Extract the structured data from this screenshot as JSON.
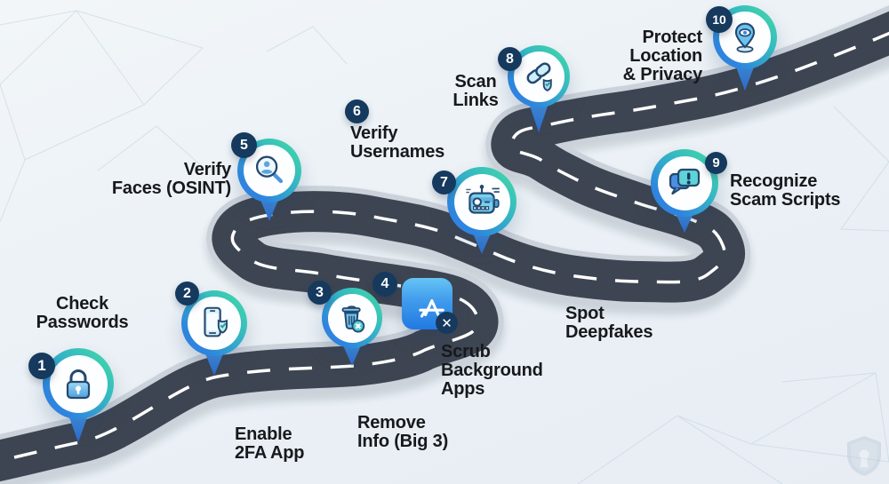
{
  "title_hidden": "",
  "milestones": [
    {
      "number": "1",
      "label": "Check\nPasswords",
      "icon": "lock"
    },
    {
      "number": "2",
      "label": "Enable\n2FA App",
      "icon": "phone-shield-check"
    },
    {
      "number": "3",
      "label": "Remove\nInfo (Big 3)",
      "icon": "trash-delete"
    },
    {
      "number": "4",
      "label": "Scrub\nBackground\nApps",
      "icon": "app-store-remove"
    },
    {
      "number": "5",
      "label": "Verify\nFaces (OSINT)",
      "icon": "face-search"
    },
    {
      "number": "6",
      "label": "Verify\nUsernames",
      "icon": "none"
    },
    {
      "number": "7",
      "label": "Spot\nDeepfakes",
      "icon": "robot-deepfake"
    },
    {
      "number": "8",
      "label": "Scan\nLinks",
      "icon": "chain-link-shield"
    },
    {
      "number": "9",
      "label": "Recognize\nScam Scripts",
      "icon": "chat-alert"
    },
    {
      "number": "10",
      "label": "Protect\nLocation\n& Privacy",
      "icon": "location-pin-eye"
    }
  ],
  "colors": {
    "background": "#edf2f6",
    "road": "#3e4552",
    "road_edge": "#ccd2da",
    "road_dash": "#ffffff",
    "pin_gradient_start": "#41d8a6",
    "pin_gradient_end": "#2e84de",
    "pin_tail": "#3b82dd",
    "badge": "#16395e",
    "text": "#17191c"
  },
  "watermark": {
    "icon": "shield-keyhole"
  }
}
